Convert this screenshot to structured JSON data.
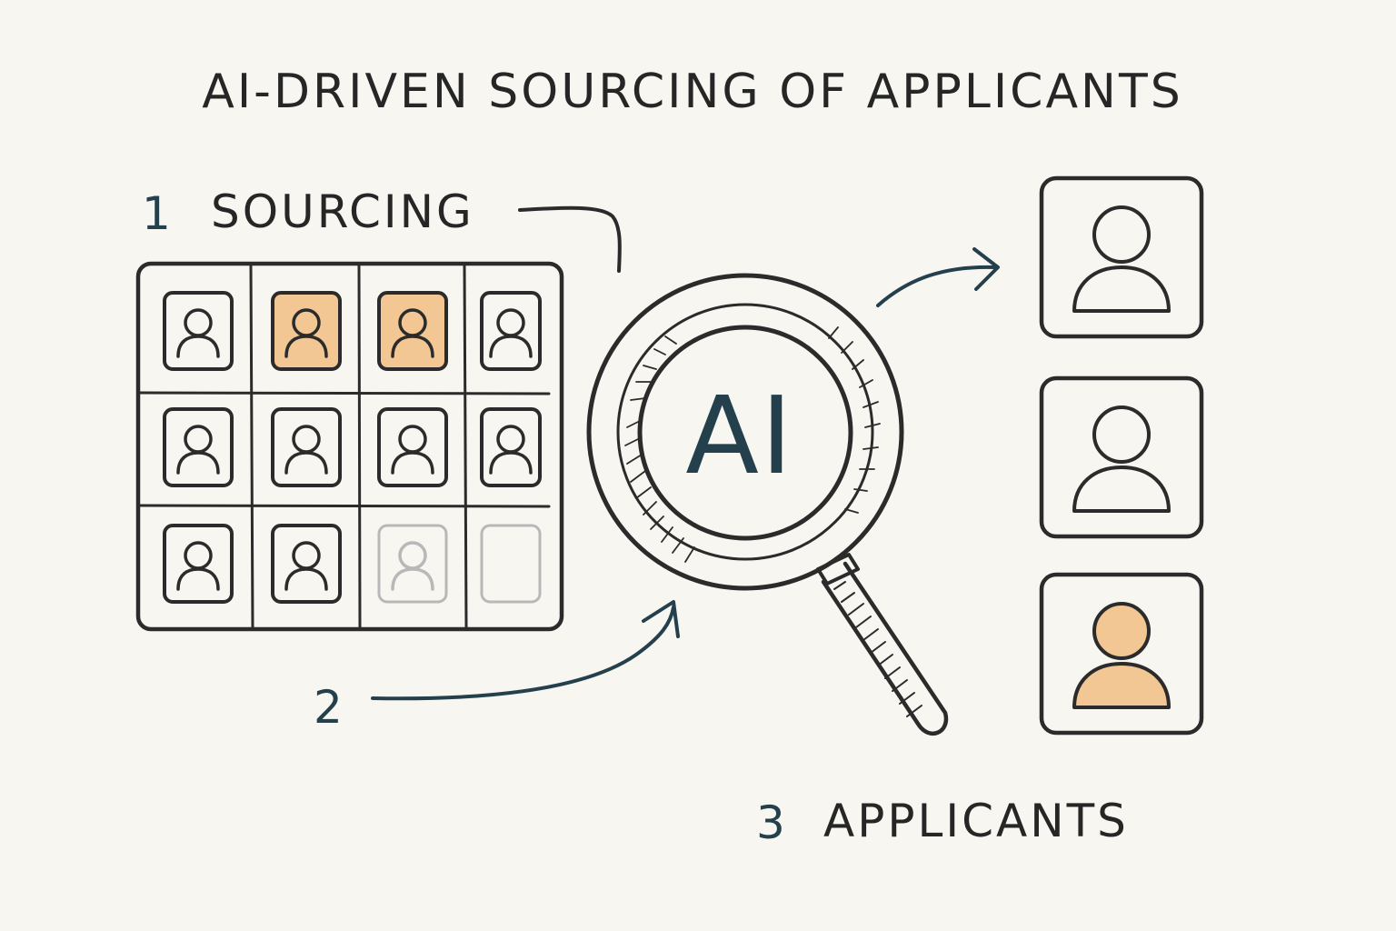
{
  "title": "AI-DRIVEN SOURCING OF APPLICANTS",
  "step1": {
    "number": "1",
    "label": "SOURCING"
  },
  "step2": {
    "number": "2"
  },
  "step3": {
    "number": "3",
    "label": "APPLICANTS"
  },
  "lens_text": "AI",
  "colors": {
    "background": "#f7f6f1",
    "ink": "#2b2b2b",
    "navy": "#25404d",
    "highlight": "#f2c794",
    "faded": "#b8b8b8"
  },
  "grid": {
    "rows": 3,
    "cols": 4,
    "cells": [
      "normal",
      "highlight",
      "highlight",
      "normal",
      "normal",
      "normal",
      "normal",
      "normal",
      "normal",
      "normal",
      "faded",
      "empty"
    ]
  },
  "applicants": [
    "outline",
    "outline",
    "highlight"
  ]
}
